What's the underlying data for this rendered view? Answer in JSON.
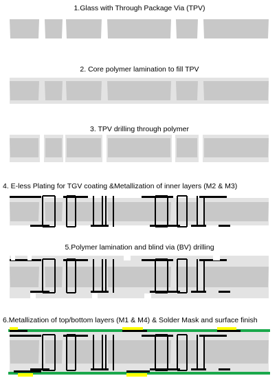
{
  "steps": [
    {
      "label": "1.Glass with Through Package Via (TPV)"
    },
    {
      "label": "2. Core polymer lamination to fill TPV"
    },
    {
      "label": "3. TPV drilling through polymer"
    },
    {
      "label": "4. E-less Plating for TGV coating &Metallization of inner layers (M2 & M3)"
    },
    {
      "label": "5.Polymer lamination and blind via (BV) drilling"
    },
    {
      "label": "6.Metallization of top/bottom layers (M1 & M4) & Solder Mask and surface finish"
    }
  ],
  "colors": {
    "glass": "#c8c8c8",
    "polymer": "#e3e3e3",
    "metal": "#000000",
    "solder_mask": "#1aa84b",
    "surface_finish": "#ffff00"
  }
}
